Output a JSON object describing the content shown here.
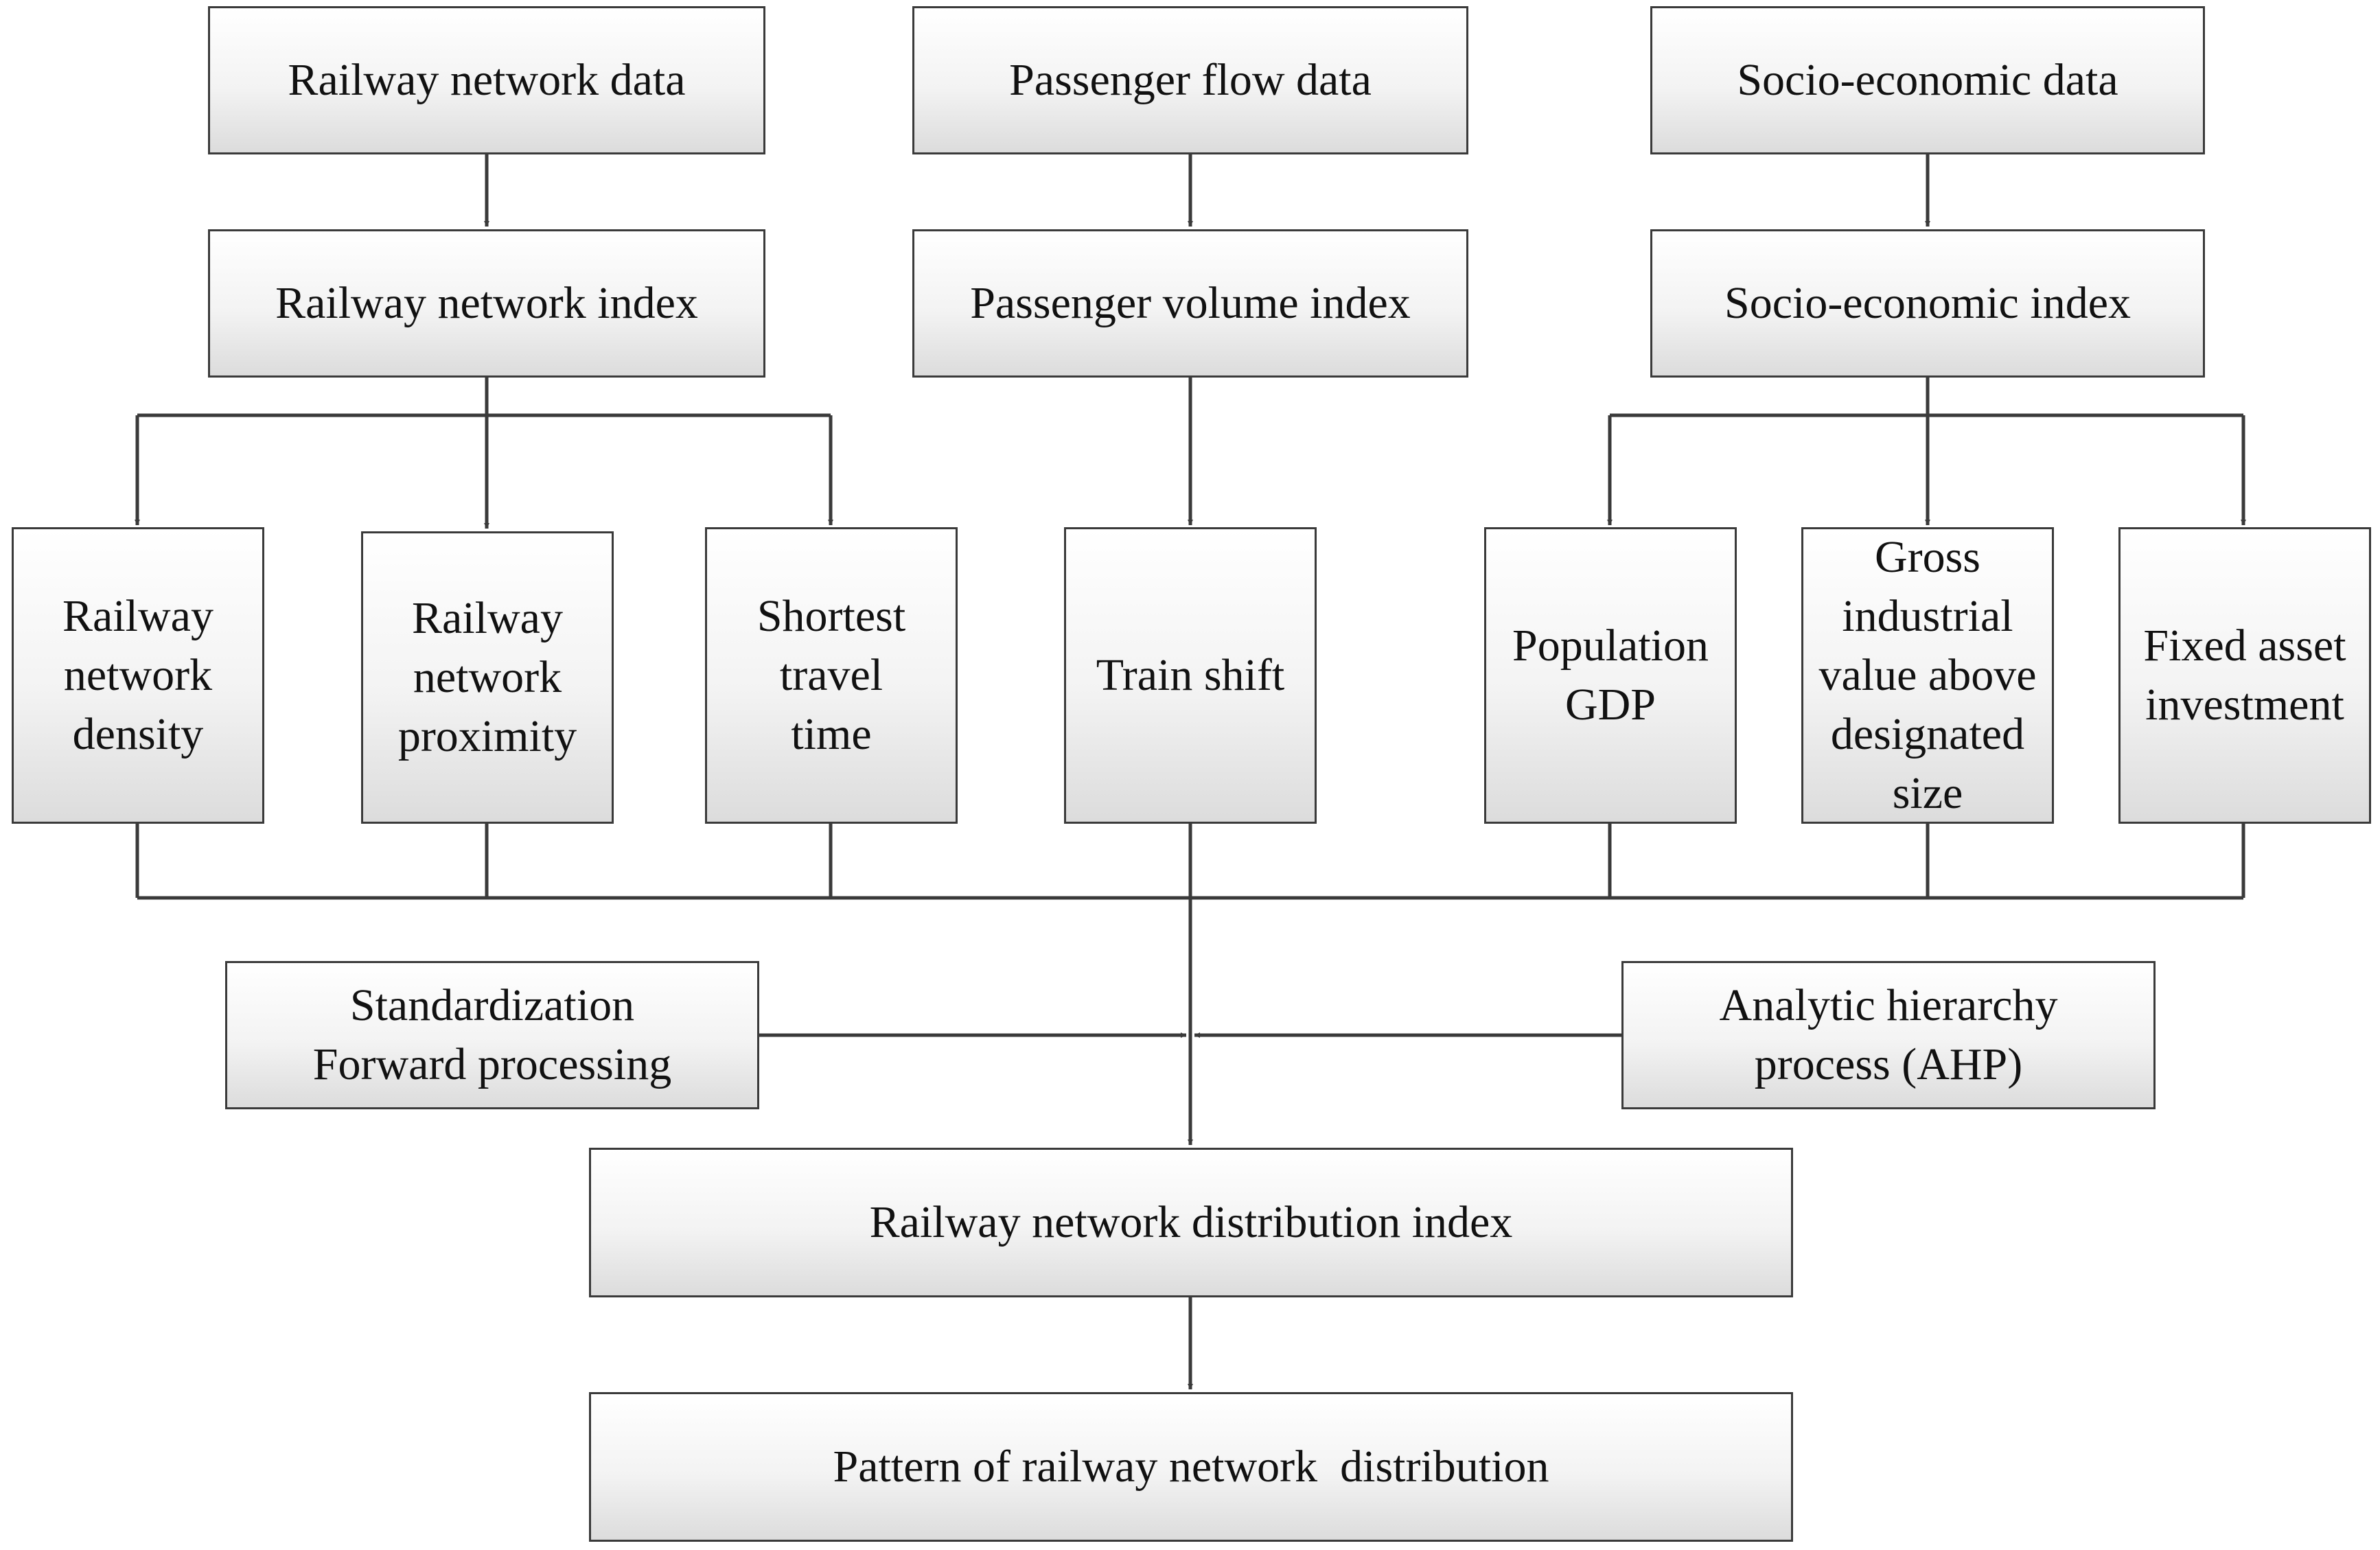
{
  "nodes": {
    "railway_network_data": "Railway network data",
    "passenger_flow_data": "Passenger flow data",
    "socio_economic_data": "Socio-economic data",
    "railway_network_index": "Railway network index",
    "passenger_volume_index": "Passenger volume index",
    "socio_economic_index": "Socio-economic index",
    "railway_network_density": "Railway\nnetwork\ndensity",
    "railway_network_proximity": "Railway\nnetwork\nproximity",
    "shortest_travel_time": "Shortest\ntravel\ntime",
    "train_shift": "Train shift",
    "population_gdp": "Population\nGDP",
    "gross_industrial_value": "Gross\nindustrial\nvalue above\ndesignated\nsize",
    "fixed_asset_investment": "Fixed asset\ninvestment",
    "standardization": "Standardization\nForward processing",
    "ahp": "Analytic hierarchy\nprocess (AHP)",
    "distribution_index": "Railway network distribution index",
    "distribution_pattern": "Pattern of railway network  distribution"
  },
  "colors": {
    "line": "#3a3a3a",
    "box_border": "#3a3a3a",
    "box_fill_top": "#ffffff",
    "box_fill_bottom": "#dcdcdc"
  }
}
